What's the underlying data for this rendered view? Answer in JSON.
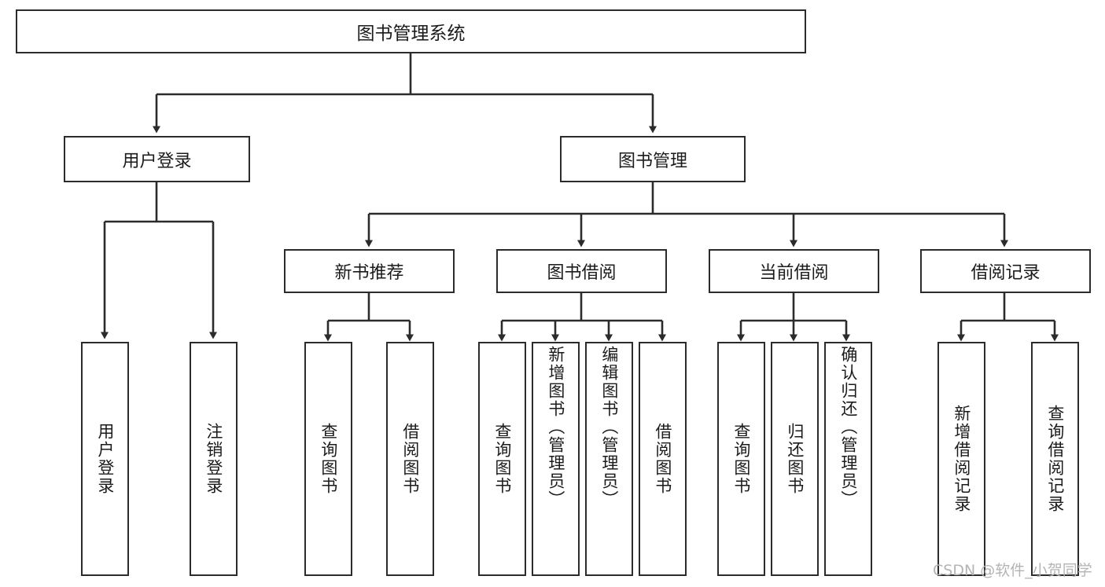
{
  "diagram": {
    "title": "图书管理系统",
    "type": "hierarchy-tree",
    "root": {
      "id": "root",
      "label": "图书管理系统"
    },
    "level2": [
      {
        "id": "user-login",
        "label": "用户登录"
      },
      {
        "id": "book-management",
        "label": "图书管理"
      }
    ],
    "level3": [
      {
        "id": "new-book-recommend",
        "label": "新书推荐",
        "parent": "book-management"
      },
      {
        "id": "book-borrow",
        "label": "图书借阅",
        "parent": "book-management"
      },
      {
        "id": "current-borrow",
        "label": "当前借阅",
        "parent": "book-management"
      },
      {
        "id": "borrow-record",
        "label": "借阅记录",
        "parent": "book-management"
      }
    ],
    "leaves": {
      "user-login": [
        {
          "id": "leaf-user-login",
          "label": "用户登录"
        },
        {
          "id": "leaf-user-logout",
          "label": "注销登录"
        }
      ],
      "new-book-recommend": [
        {
          "id": "leaf-query-book-1",
          "label": "查询图书"
        },
        {
          "id": "leaf-borrow-book-1",
          "label": "借阅图书"
        }
      ],
      "book-borrow": [
        {
          "id": "leaf-query-book-2",
          "label": "查询图书"
        },
        {
          "id": "leaf-add-book",
          "label": "新增图书（管理员）"
        },
        {
          "id": "leaf-edit-book",
          "label": "编辑图书（管理员）"
        },
        {
          "id": "leaf-borrow-book-2",
          "label": "借阅图书"
        }
      ],
      "current-borrow": [
        {
          "id": "leaf-query-book-3",
          "label": "查询图书"
        },
        {
          "id": "leaf-return-book",
          "label": "归还图书"
        },
        {
          "id": "leaf-confirm-return",
          "label": "确认归还（管理员）"
        }
      ],
      "borrow-record": [
        {
          "id": "leaf-add-record",
          "label": "新增借阅记录"
        },
        {
          "id": "leaf-query-record",
          "label": "查询借阅记录"
        }
      ]
    }
  },
  "watermark": {
    "text": "CSDN @软件_小贺同学"
  },
  "colors": {
    "box_border": "#2b2b2b",
    "box_fill": "#ffffff",
    "connector": "#2b2b2b",
    "text": "#1b1b1b",
    "watermark": "#b4b4b4",
    "background": "#ffffff"
  }
}
